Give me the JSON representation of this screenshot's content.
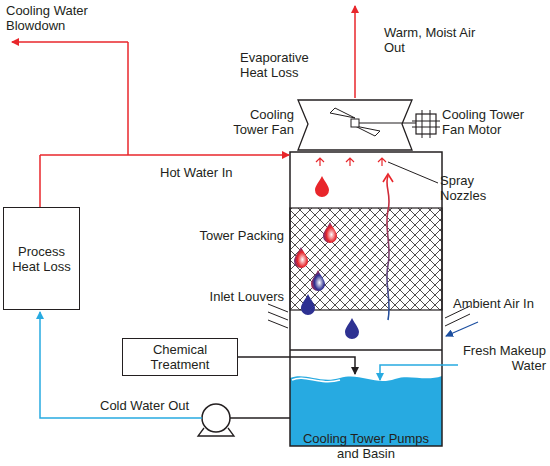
{
  "diagram": {
    "nodes": [
      {
        "text": [
          "Process Heat Loss"
        ]
      },
      {
        "text": [
          "Chemical Treatment"
        ]
      }
    ],
    "labels": [
      "Cooling Water Blowdown",
      "Evaporative Heat Loss",
      "Warm, Moist Air Out",
      "Cooling Tower Fan",
      "Cooling Tower Fan Motor",
      "Hot Water In",
      "Spray Nozzles",
      "Tower Packing",
      "Inlet Louvers",
      "Ambient Air In",
      "Fresh Makeup Water",
      "Cold Water Out",
      "Cooling Tower Pumps and Basin"
    ]
  }
}
